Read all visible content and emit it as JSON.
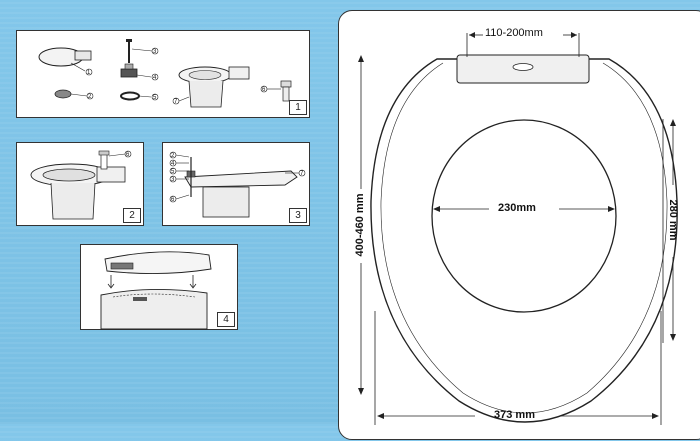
{
  "panels": [
    {
      "step": "1",
      "callouts": [
        "1",
        "2",
        "3",
        "4",
        "5",
        "6",
        "7"
      ]
    },
    {
      "step": "2",
      "callouts": [
        "6"
      ]
    },
    {
      "step": "3",
      "callouts": [
        "2",
        "4",
        "5",
        "3",
        "6",
        "7"
      ]
    },
    {
      "step": "4"
    }
  ],
  "dimensions": {
    "hinge_spacing": "110-200mm",
    "inner_width": "230mm",
    "length": "400-460 mm",
    "inner_length": "280 mm",
    "outer_width": "373 mm"
  },
  "colors": {
    "background": "#7fc3e6",
    "panel": "#ffffff",
    "line": "#222222"
  }
}
